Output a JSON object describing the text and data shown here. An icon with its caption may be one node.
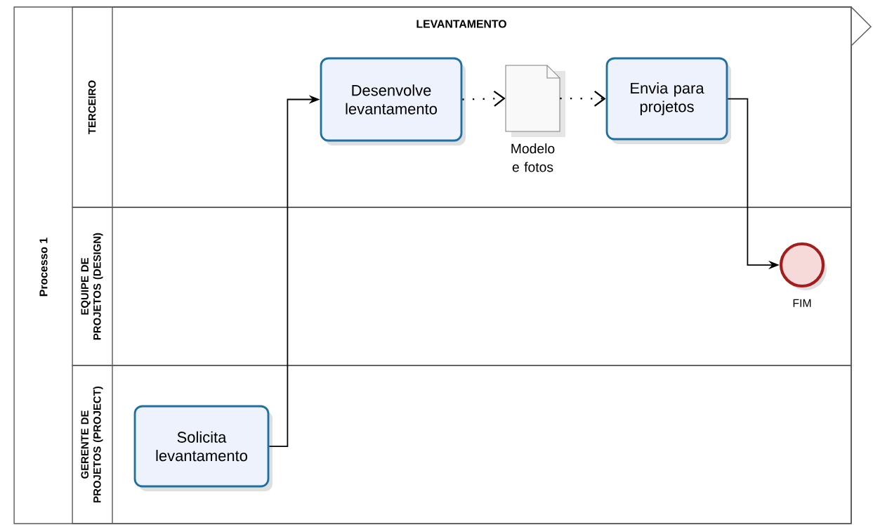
{
  "diagram": {
    "nodes": [
      {
        "text": [
          "Processo 1"
        ]
      },
      {
        "text": [
          "TERCEIRO"
        ],
        "in": 0
      },
      {
        "text": [
          "EQUIPE DE PROJETOS (DESIGN)"
        ],
        "in": 0
      },
      {
        "text": [
          "GERENTE DE PROJETOS (PROJECT)"
        ],
        "in": 0
      },
      {
        "text": [
          "Desenvolve levantamento"
        ],
        "in": 1
      },
      {
        "text": [],
        "shape": "document",
        "beside": [
          "Modelo e fotos"
        ],
        "in": 1
      },
      {
        "text": [
          "Envia para projetos"
        ],
        "in": 1
      },
      {
        "text": [],
        "shape": "circle",
        "beside": [
          "FIM"
        ],
        "in": 2
      },
      {
        "text": [
          "Solicita levantamento"
        ],
        "in": 3
      }
    ],
    "edges": [
      {
        "from": 8,
        "to": 4,
        "arrow": "to"
      },
      {
        "from": 4,
        "to": 5,
        "arrow": "to",
        "style": "dashed"
      },
      {
        "from": 5,
        "to": 6,
        "arrow": "to",
        "style": "dashed"
      },
      {
        "from": 6,
        "to": 7,
        "arrow": "to"
      }
    ],
    "labels": [
      "LEVANTAMENTO"
    ]
  }
}
